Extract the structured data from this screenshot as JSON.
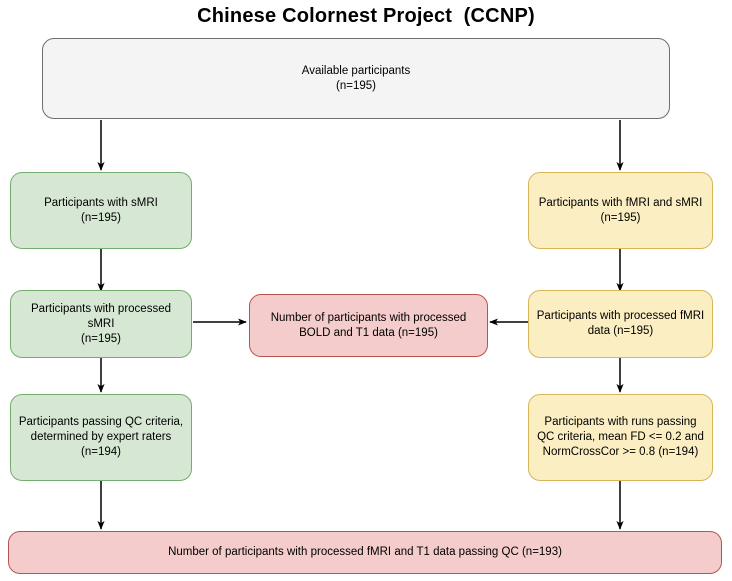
{
  "title": "Chinese Colornest Project  (CCNP)",
  "colors": {
    "gray_fill": "#f4f4f4",
    "gray_stroke": "#6e6e6e",
    "green_fill": "#d6e8d4",
    "green_stroke": "#74ad6e",
    "yellow_fill": "#fbeec2",
    "yellow_stroke": "#d6b656",
    "red_fill": "#f4cccc",
    "red_stroke": "#b85450",
    "edge": "#000000",
    "background": "#ffffff"
  },
  "nodes": {
    "available": {
      "label": "Available participants\n(n=195)",
      "style": "gray"
    },
    "smri": {
      "label": "Participants with sMRI\n(n=195)",
      "style": "green"
    },
    "processed_smri": {
      "label": "Participants with processed sMRI\n(n=195)",
      "style": "green"
    },
    "qc_smri": {
      "label": "Participants passing QC criteria,\ndetermined by expert raters\n(n=194)",
      "style": "green"
    },
    "fmri_and_smri": {
      "label": "Participants with fMRI and sMRI\n(n=195)",
      "style": "yellow"
    },
    "processed_fmri": {
      "label": "Participants with processed fMRI\ndata  (n=195)",
      "style": "yellow"
    },
    "qc_fmri": {
      "label": "Participants with runs passing\nQC criteria, mean FD <= 0.2 and\nNormCrossCor >= 0.8 (n=194)",
      "style": "yellow"
    },
    "bold_t1": {
      "label": "Number of participants with processed\nBOLD and T1 data (n=195)",
      "style": "red"
    },
    "final": {
      "label": "Number of participants with processed fMRI and T1 data passing QC (n=193)",
      "style": "red"
    }
  },
  "edges": [
    {
      "name": "available-to-smri",
      "from": "available",
      "to": "smri"
    },
    {
      "name": "available-to-fmri-and-smri",
      "from": "available",
      "to": "fmri_and_smri"
    },
    {
      "name": "smri-to-processed-smri",
      "from": "smri",
      "to": "processed_smri"
    },
    {
      "name": "processed-smri-to-bold-t1",
      "from": "processed_smri",
      "to": "bold_t1"
    },
    {
      "name": "processed-smri-to-qc-smri",
      "from": "processed_smri",
      "to": "qc_smri"
    },
    {
      "name": "qc-smri-to-final",
      "from": "qc_smri",
      "to": "final"
    },
    {
      "name": "fmri-and-smri-to-processed-fmri",
      "from": "fmri_and_smri",
      "to": "processed_fmri"
    },
    {
      "name": "processed-fmri-to-bold-t1",
      "from": "processed_fmri",
      "to": "bold_t1"
    },
    {
      "name": "processed-fmri-to-qc-fmri",
      "from": "processed_fmri",
      "to": "qc_fmri"
    },
    {
      "name": "qc-fmri-to-final",
      "from": "qc_fmri",
      "to": "final"
    }
  ]
}
